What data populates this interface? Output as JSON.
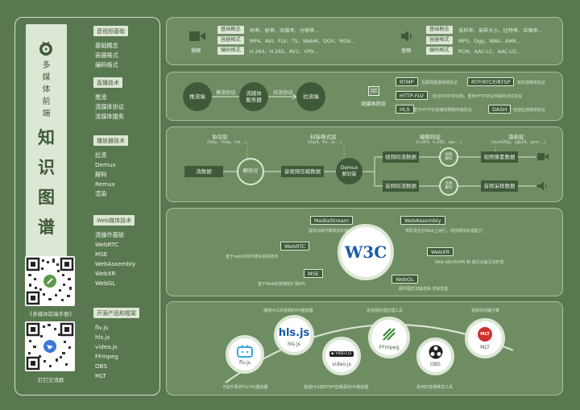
{
  "sidebar": {
    "title_small": [
      "多",
      "媒",
      "体",
      "前",
      "端"
    ],
    "title_big": [
      "知",
      "识",
      "图",
      "谱"
    ],
    "qr1_caption": "《多媒体前端手册》",
    "qr2_caption": "钉钉交流群",
    "categories": [
      {
        "label": "音视频基础",
        "items": [
          "基础概念",
          "容器格式",
          "编码格式"
        ]
      },
      {
        "label": "直播技术",
        "items": [
          "推流",
          "流媒体协议",
          "流媒体服务"
        ]
      },
      {
        "label": "播放器技术",
        "items": [
          "拉流",
          "Demux",
          "解码",
          "Remux",
          "渲染"
        ]
      },
      {
        "label": "Web媒体技术",
        "items": [
          "流操作基础",
          "WebRTC",
          "MSE",
          "WebAssembly",
          "WebXR",
          "WebGL"
        ]
      },
      {
        "label": "开源产品和框架",
        "items": [
          "flv.js",
          "hls.js",
          "video.js",
          "FFmpeg",
          "OBS",
          "MLT"
        ]
      }
    ]
  },
  "basics": {
    "video_label": "视频",
    "audio_label": "音频",
    "video_rows": [
      {
        "tag": "基础概念",
        "text": "码率、帧率、压缩率、分辨率..."
      },
      {
        "tag": "容器格式",
        "text": "MP4、AVI、FLV、TS、WebM、OGV、MOV..."
      },
      {
        "tag": "编码格式",
        "text": "H.264、H.265、AV1、VP9..."
      }
    ],
    "audio_rows": [
      {
        "tag": "基础概念",
        "text": "采样率、采样大小、比特率、压缩率..."
      },
      {
        "tag": "容器格式",
        "text": "MP3、Ogg、WAV、AMR..."
      },
      {
        "tag": "编码格式",
        "text": "PCM、AAC-LC、AAC-LD..."
      }
    ]
  },
  "live": {
    "push": "推流端",
    "push_proto": "推流协议",
    "server": "流媒体\n服务器",
    "pull_proto": "拉流协议",
    "pull": "拉流端",
    "proto_label": "流媒体协议",
    "protocols": [
      {
        "tag": "RTMP",
        "desc": "互联网直播领域协议"
      },
      {
        "tag": "RTP/RTCP/RTSP",
        "desc": "实时流媒体协议"
      },
      {
        "tag": "HTTP-FLV",
        "desc": "结合RTMP协议和，重用HTTP协议传输的流式协议"
      },
      {
        "tag": "HLS",
        "desc": "基于HTTP的流媒体网络传输协议"
      },
      {
        "tag": "DASH",
        "desc": "自适应流媒体协议"
      }
    ]
  },
  "player": {
    "h_proto": "协议层",
    "h_proto_sub": "(http、rtmp、hls ...)",
    "h_container": "封装格式层",
    "h_container_sub": "(mp4、flv、ts ...)",
    "h_codec": "编解码层",
    "h_codec_sub": "(h.264、h.265、aac ...)",
    "h_render": "渲染层",
    "h_render_sub": "(yuv420p、rgb24、pcm ...)",
    "stream": "流数据",
    "unproto": "解协议",
    "av_compressed": "音视频压缩数据",
    "demux": "Demux\n解封装",
    "v_compressed": "视频码流数据",
    "a_compressed": "音频码流数据",
    "v_decode": "视频\n解码",
    "a_decode": "音频\n解码",
    "v_pixel": "视频像素数据",
    "a_sample": "音频采样数据"
  },
  "web": {
    "logo": "W3C",
    "items": [
      {
        "tag": "MediaStream",
        "desc": "提供JS操作媒体流的能力"
      },
      {
        "tag": "WebAssembly",
        "desc": "将原语言在Web上运行，增强媒体处理能力"
      },
      {
        "tag": "WebRTC",
        "desc": "基于web的实时通信视频技术"
      },
      {
        "tag": "WebXR",
        "desc": "Web AR/VR/MR 和 遍历设备互动形态"
      },
      {
        "tag": "MSE",
        "desc": "基于Web的流媒体扩展API"
      },
      {
        "tag": "WebGL",
        "desc": "硬件图形加速渲染 渲染性能"
      }
    ]
  },
  "open": {
    "products": [
      {
        "name": "flv.js",
        "desc": "B站开源的FLV-H5播放器"
      },
      {
        "name": "hls.js",
        "desc": "播放HLS流视频的H5播放器"
      },
      {
        "name": "video.js",
        "desc": "能播HLS或RTMP直播源的H5播放器"
      },
      {
        "name": "FFmpeg",
        "desc": "音视频处理处理工具"
      },
      {
        "name": "OBS",
        "desc": "易用的直播推流工具"
      },
      {
        "name": "MLT",
        "desc": "视频非线编引擎"
      }
    ]
  }
}
